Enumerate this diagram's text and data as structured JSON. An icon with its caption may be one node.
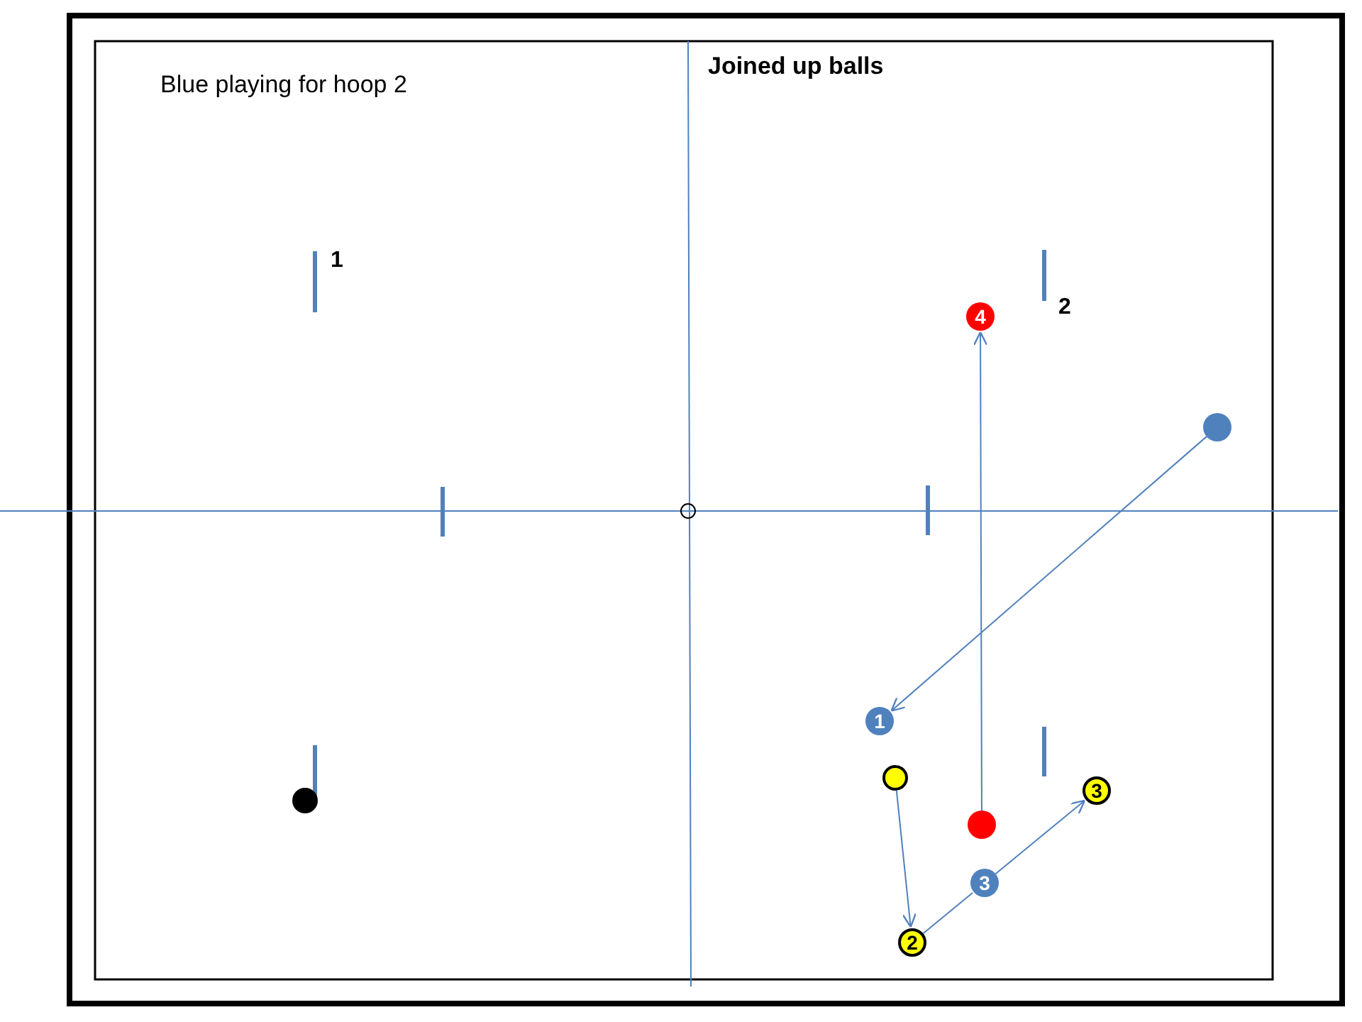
{
  "diagram": {
    "title": "Joined up balls",
    "nodes": [
      {
        "text": [
          "4"
        ]
      },
      {
        "text": [],
        "shape": "circle"
      },
      {
        "text": [
          "1"
        ]
      },
      {
        "text": [],
        "shape": "circle"
      },
      {
        "text": [
          "3"
        ]
      },
      {
        "text": [],
        "shape": "circle"
      },
      {
        "text": [],
        "shape": "circle"
      },
      {
        "text": [
          "3"
        ]
      },
      {
        "text": [
          "2"
        ]
      }
    ],
    "edges": [
      {
        "from": 6,
        "to": 0,
        "arrow": "to"
      },
      {
        "from": 1,
        "to": 2,
        "arrow": "to"
      },
      {
        "from": 3,
        "to": 8,
        "arrow": "to"
      },
      {
        "from": 8,
        "to": 7,
        "arrow": "none"
      },
      {
        "from": 7,
        "to": 4,
        "arrow": "to"
      }
    ],
    "labels": [
      "Blue playing for hoop 2",
      "1",
      "2"
    ]
  }
}
